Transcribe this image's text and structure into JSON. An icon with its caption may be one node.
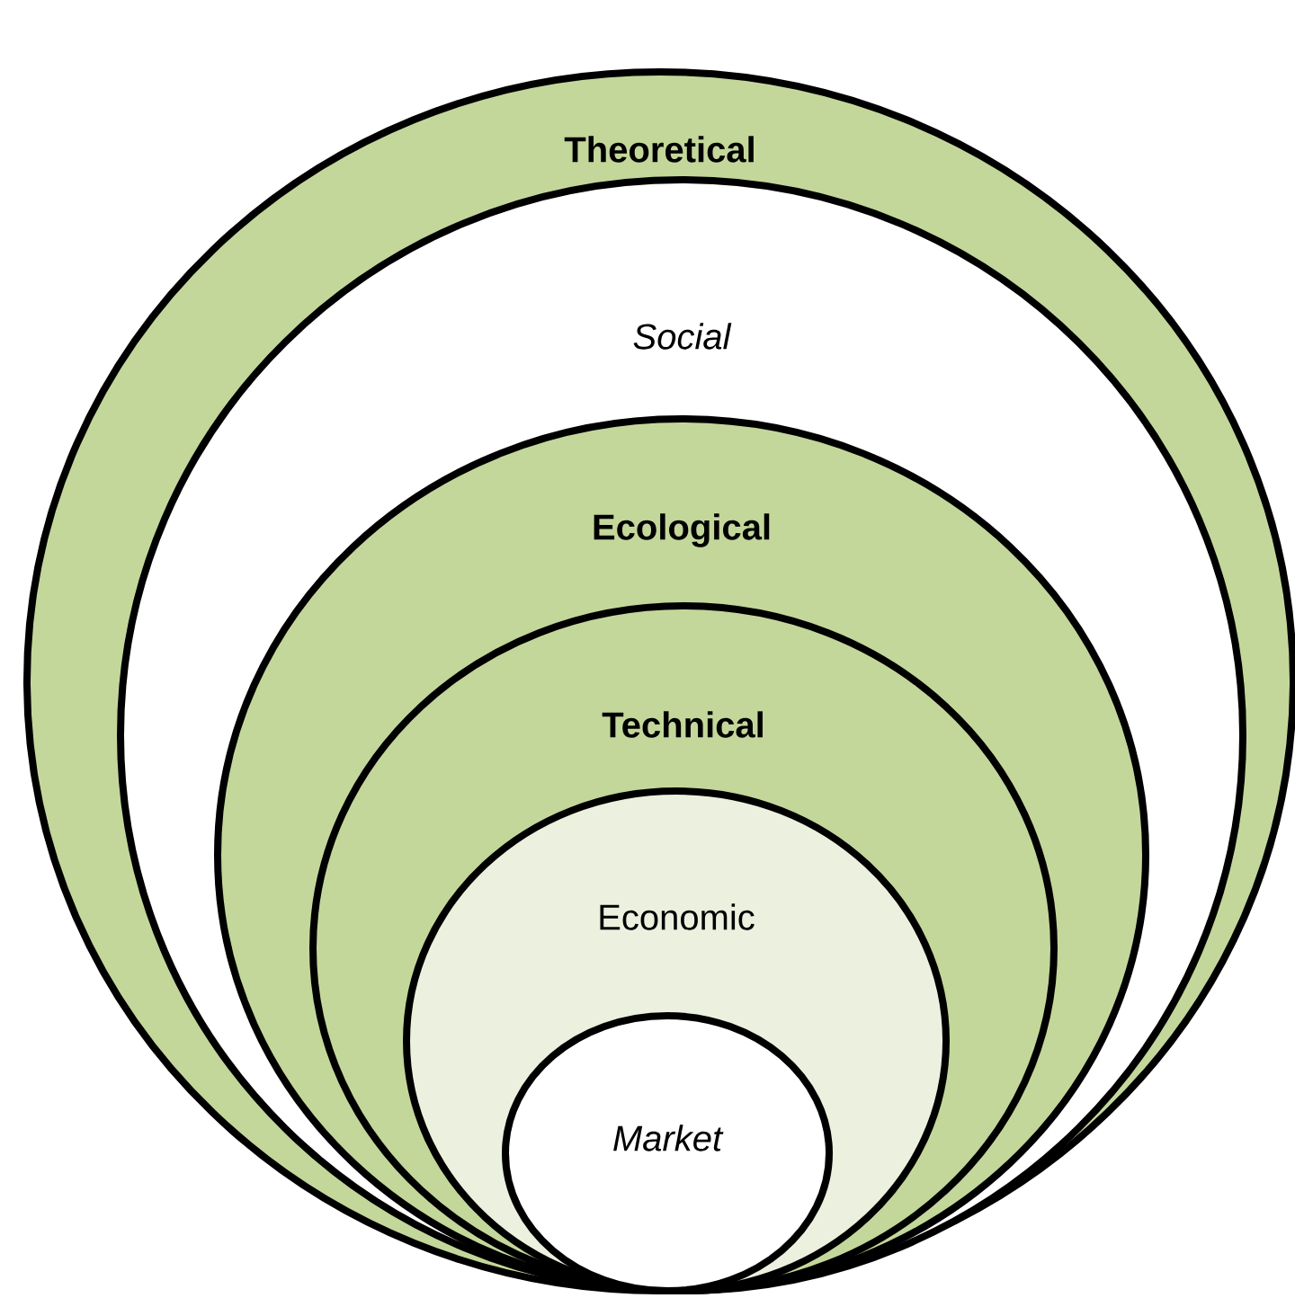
{
  "diagram": {
    "nodes": [
      {
        "text": [
          "Theoretical"
        ]
      },
      {
        "text": [
          "Social"
        ],
        "in": 0
      },
      {
        "text": [
          "Ecological"
        ],
        "in": 1
      },
      {
        "text": [
          "Technical"
        ],
        "in": 2
      },
      {
        "text": [
          "Economic"
        ],
        "in": 3
      },
      {
        "text": [
          "Market"
        ],
        "in": 4
      }
    ]
  }
}
